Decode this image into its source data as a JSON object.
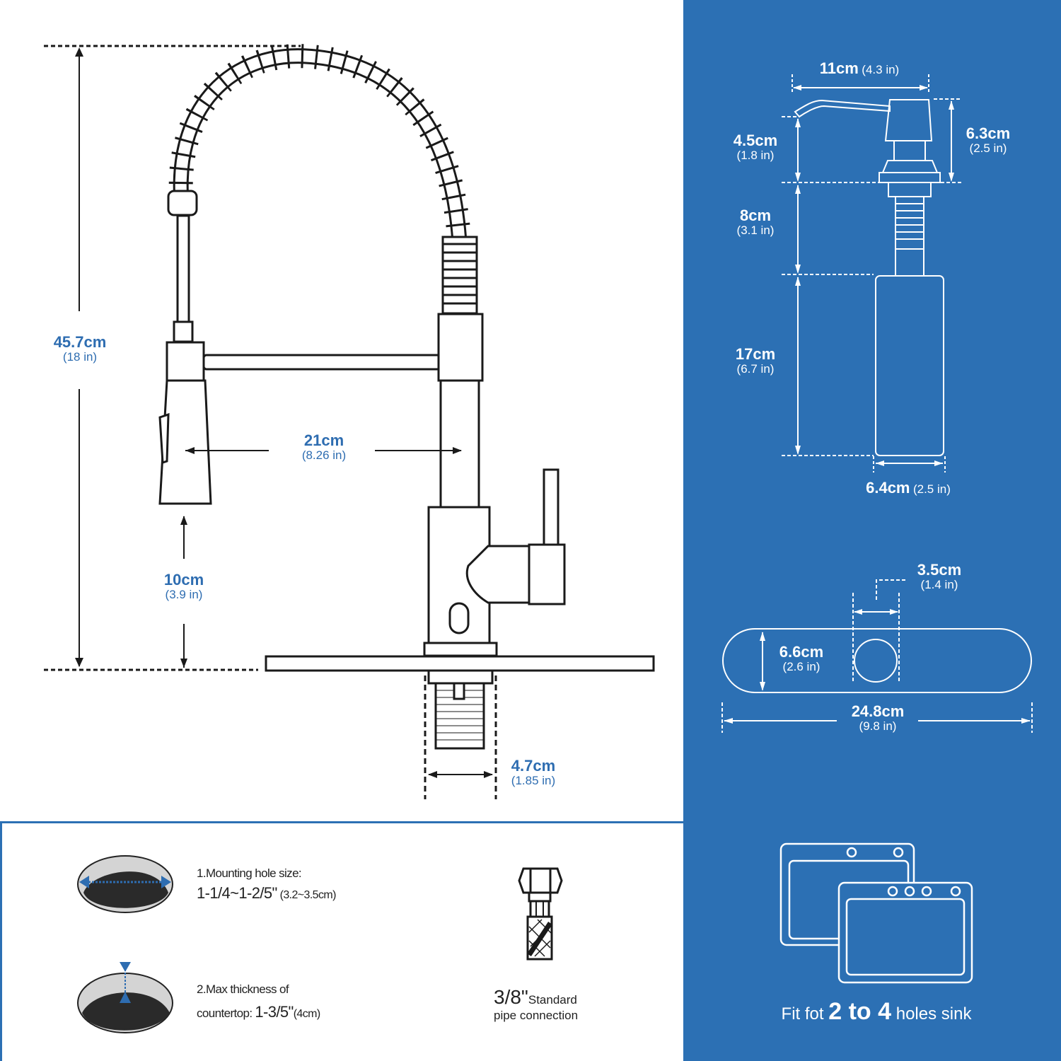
{
  "colors": {
    "accent_blue": "#2c70b4",
    "line": "#1a1a1a",
    "background": "#ffffff"
  },
  "faucet": {
    "height": {
      "cm": "45.7cm",
      "in": "(18 in)"
    },
    "reach": {
      "cm": "21cm",
      "in": "(8.26 in)"
    },
    "spout_clearance": {
      "cm": "10cm",
      "in": "(3.9 in)"
    },
    "shank_width": {
      "cm": "4.7cm",
      "in": "(1.85 in)"
    }
  },
  "notes": {
    "mounting_label": "1.Mounting hole size:",
    "mounting_value": "1-1/4~1-2/5\"",
    "mounting_metric": "(3.2~3.5cm)",
    "thickness_label": "2.Max thickness of",
    "thickness_prefix": "countertop:",
    "thickness_value": "1-3/5\"",
    "thickness_metric": "(4cm)",
    "pipe_value": "3/8\"",
    "pipe_standard": "Standard",
    "pipe_connection": "pipe connection"
  },
  "dispenser": {
    "width": {
      "cm": "11cm",
      "in": "(4.3 in)"
    },
    "spout_height": {
      "cm": "4.5cm",
      "in": "(1.8 in)"
    },
    "head_height": {
      "cm": "6.3cm",
      "in": "(2.5 in)"
    },
    "shank": {
      "cm": "8cm",
      "in": "(3.1 in)"
    },
    "bottle": {
      "cm": "17cm",
      "in": "(6.7 in)"
    },
    "bottle_width": {
      "cm": "6.4cm",
      "in": "(2.5 in)"
    }
  },
  "deck_plate": {
    "hole": {
      "cm": "3.5cm",
      "in": "(1.4 in)"
    },
    "depth": {
      "cm": "6.6cm",
      "in": "(2.6 in)"
    },
    "length": {
      "cm": "24.8cm",
      "in": "(9.8 in)"
    }
  },
  "sink": {
    "prefix": "Fit fot",
    "emphasis": "2 to 4",
    "suffix": "holes sink"
  }
}
